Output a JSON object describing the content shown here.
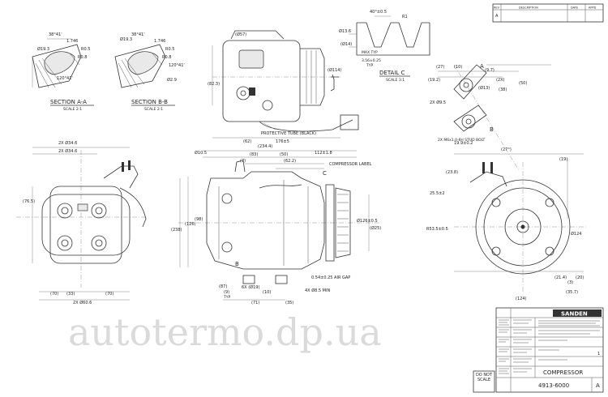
{
  "views": {
    "section_aa": {
      "title": "SECTION A-A",
      "scale": "SCALE 2:1",
      "dims": [
        "38°41'",
        "1.746",
        "Ø19.3",
        "R0.5",
        "R0.8",
        "120°41'"
      ]
    },
    "section_bb": {
      "title": "SECTION B-B",
      "scale": "SCALE 2:1",
      "dims": [
        "38°41'",
        "1.746",
        "Ø19.3",
        "R0.5",
        "R0.8",
        "120°41'",
        "Ø2.9"
      ]
    },
    "detail_c": {
      "title": "DETAIL C",
      "scale": "SCALE 3:1",
      "dims": [
        "40°±0.5",
        "Ø13.6",
        "(Ø14)",
        "MAX TYP",
        "3.56±0.25",
        "TYP",
        "R1"
      ]
    },
    "top_view": {
      "note": "PROTECTIVE TUBE (BLACK)",
      "dims": [
        "(82.3)",
        "(Ø114)",
        "176±5",
        "(Ø57)",
        "(62)"
      ]
    },
    "side_view": {
      "label_c": "C",
      "compressor_label": "COMPRESSOR LABEL",
      "label_b": "B",
      "air_gap": "0.54±0.25 AIR GAP",
      "holes": "4X Ø8.5 MIN",
      "dims": [
        "(234.4)",
        "(83)",
        "(50)",
        "(7)",
        "112±1.8",
        "(62.2)",
        "Ø10.5",
        "(126)",
        "(238)",
        "(98)",
        "Ø126±0.5",
        "(Ø25)",
        "(87)",
        "6X (Ø19)",
        "(9)",
        "(10)",
        "TYP",
        "(71)",
        "(35)"
      ]
    },
    "front_view": {
      "dims": [
        "2X Ø34.6",
        "2X Ø34.6",
        "(76.5)",
        "(33)",
        "(70)",
        "2X Ø60.6",
        "(70)"
      ]
    },
    "rear_view": {
      "section_a": "A",
      "section_b": "B",
      "mount_note": "2X M6x1.0-6H  STUD BOLT",
      "dims": [
        "(23.8)",
        "(27)",
        "(10)",
        "(9.7)",
        "(2X)",
        "2X Ø9.5",
        "(Ø13)",
        "(19.2)",
        "(38)",
        "(50)",
        "19.9±0.2",
        "(27°)",
        "(19)",
        "25.5±2",
        "R53.5±0.5",
        "Ø124",
        "(124)",
        "(21.4)",
        "(20)",
        "(3)",
        "(35.7)"
      ]
    }
  },
  "title_block": {
    "company": "SANDEN",
    "drawing_title": "COMPRESSOR",
    "drawing_number": "4913-6000",
    "sheet": "1",
    "revision": "A",
    "do_not_scale": "DO NOT SCALE",
    "rev_cols": [
      "REV",
      "DESCRIPTION",
      "DATE",
      "APPD"
    ]
  },
  "watermark": "autotermo.dp.ua"
}
